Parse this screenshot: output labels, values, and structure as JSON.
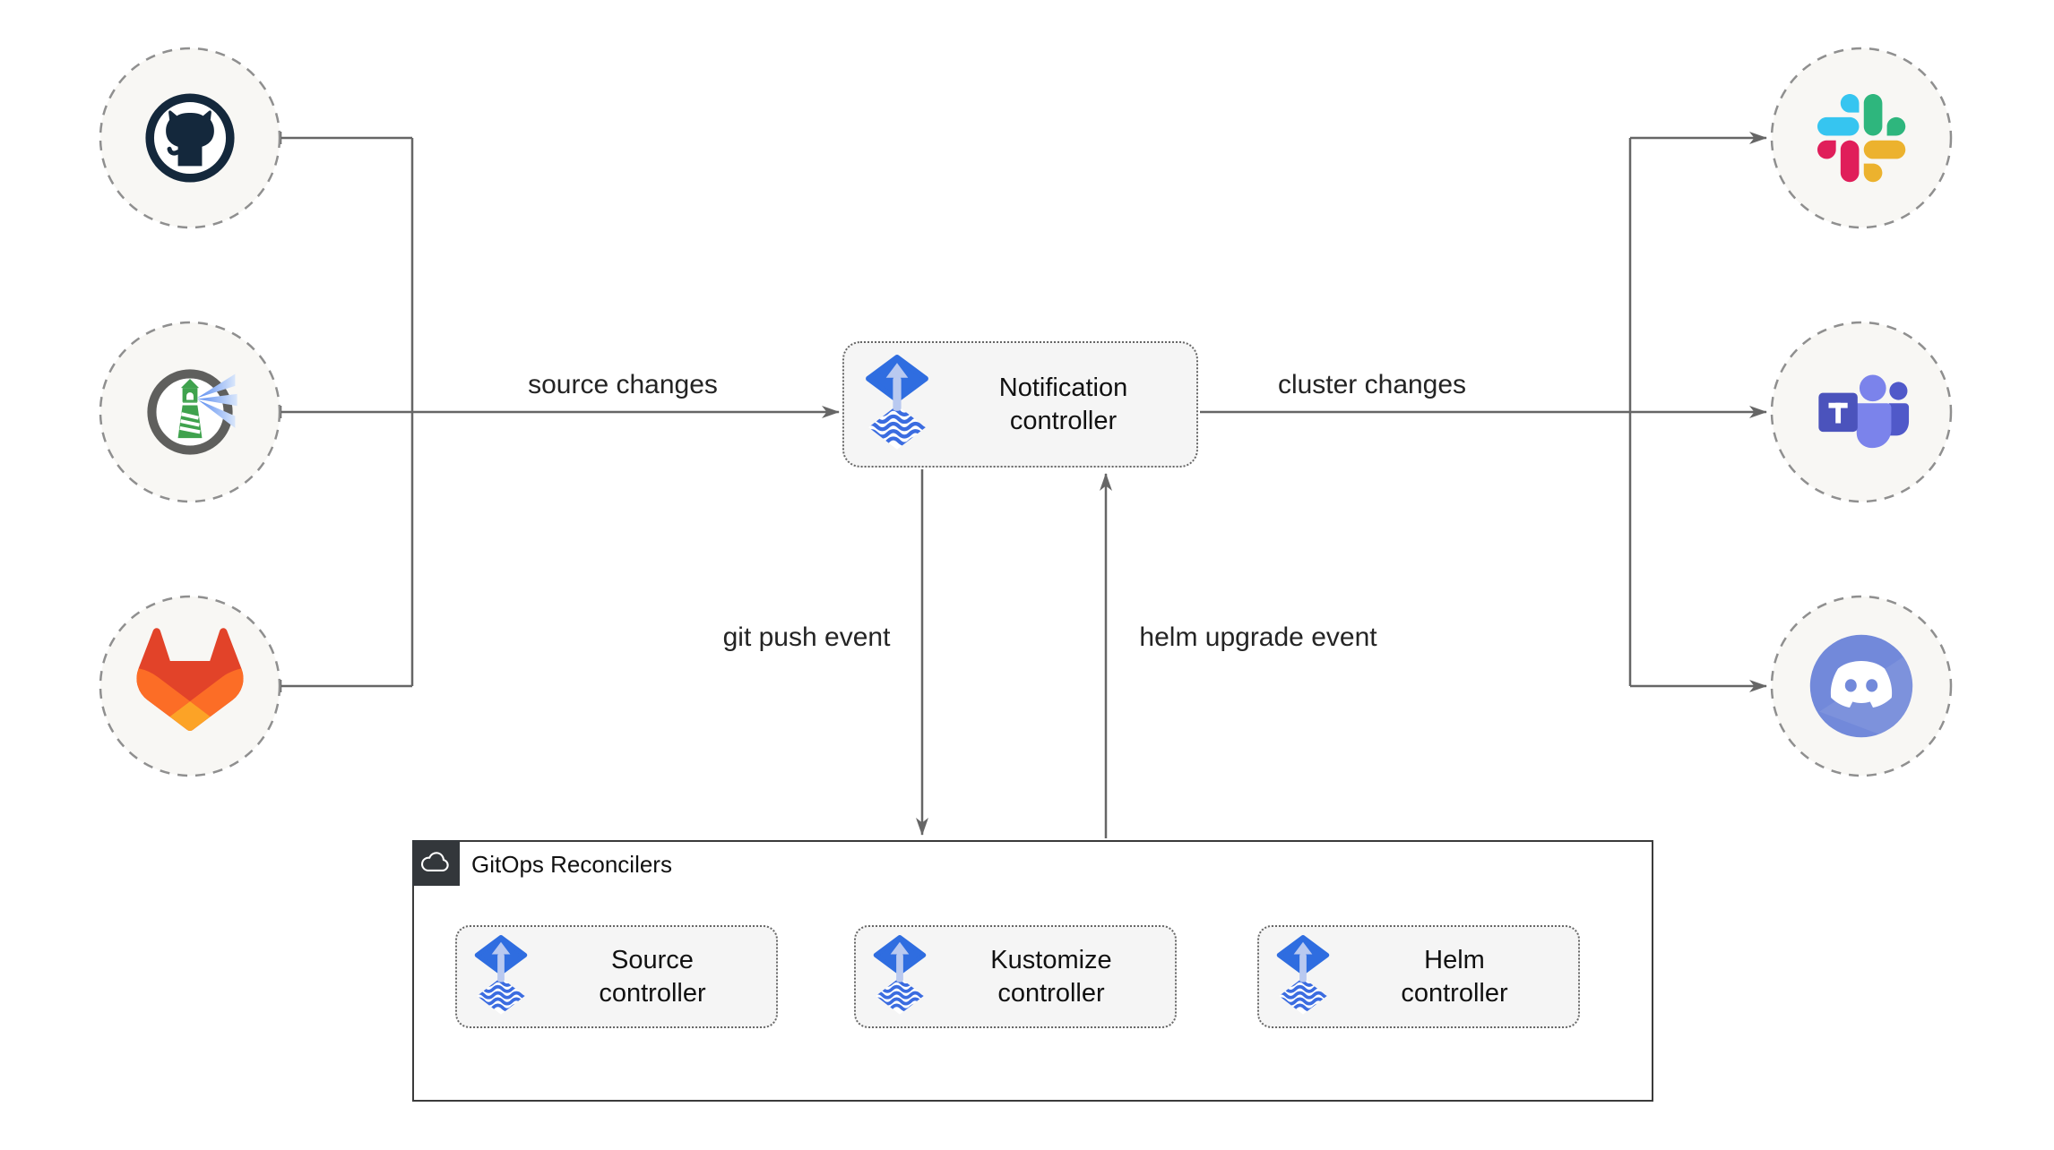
{
  "edges": {
    "source_changes": "source changes",
    "cluster_changes": "cluster changes",
    "git_push_event": "git push event",
    "helm_upgrade_event": "helm upgrade event"
  },
  "nodes": {
    "notification_controller": "Notification controller",
    "source_controller": "Source controller",
    "kustomize_controller": "Kustomize controller",
    "helm_controller": "Helm controller"
  },
  "container": {
    "label": "GitOps Reconcilers"
  },
  "icons": {
    "sources": [
      "github",
      "harbor",
      "gitlab"
    ],
    "targets": [
      "slack",
      "microsoft-teams",
      "discord"
    ],
    "node_icon": "flux",
    "container_icon": "cloud"
  },
  "colors": {
    "line": "#666666",
    "text": "#242424",
    "node_fill": "#f5f5f5",
    "node_border": "#666666",
    "badge_fill": "#f8f7f4",
    "badge_border": "#8f8f8f",
    "container_border": "#3b3b3b",
    "container_header_bg": "#33373b",
    "flux_blue": "#2f6de0",
    "flux_arrow": "#b9c9f0",
    "github_navy": "#14283c",
    "gitlab_red": "#e24329",
    "gitlab_orange": "#fc6d26",
    "gitlab_yellow": "#fca326",
    "slack_blue": "#36c5f0",
    "slack_green": "#2eb67d",
    "slack_red": "#e01e5a",
    "slack_yellow": "#ecb22e",
    "teams_purple": "#7b83eb",
    "teams_mid": "#5059c9",
    "teams_dark": "#4b53bc",
    "discord_blurple": "#7289da",
    "harbor_gray": "#5f5f5d",
    "harbor_green": "#3fa24d",
    "harbor_beam": "#5b8df0"
  }
}
